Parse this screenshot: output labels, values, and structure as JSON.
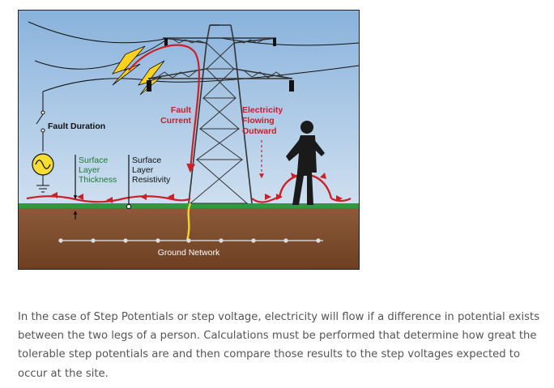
{
  "diagram": {
    "labels": {
      "fault_duration": "Fault Duration",
      "fault_current_line1": "Fault",
      "fault_current_line2": "Current",
      "electricity_line1": "Electricity",
      "electricity_line2": "Flowing",
      "electricity_line3": "Outward",
      "surface_layer_thickness_line1": "Surface",
      "surface_layer_thickness_line2": "Layer",
      "surface_layer_thickness_line3": "Thickness",
      "surface_layer_resistivity_line1": "Surface",
      "surface_layer_resistivity_line2": "Layer",
      "surface_layer_resistivity_line3": "Resistivity",
      "ground_network": "Ground Network"
    },
    "colors": {
      "sky_top": "#89b2dc",
      "sky_bottom": "#cfe0f0",
      "grass": "#2f9a3c",
      "soil_top": "#8b5a3a",
      "soil_bottom": "#6e3f22",
      "fault_red": "#cc2027",
      "lightning_yellow": "#ffd21f",
      "ground_wire_yellow": "#f5d23c",
      "tower": "#333333",
      "person": "#1a1a1a",
      "label_red": "#c41f26",
      "label_green": "#1f7a36"
    },
    "icons": [
      "ac-source-icon",
      "ground-symbol-icon",
      "lightning-icon",
      "switch-icon"
    ]
  },
  "caption": {
    "text": "In the case of Step Potentials or step voltage, electricity will flow if a difference in potential exists between the two legs of a person. Calculations must be performed that determine how great the tolerable step potentials are and then compare those results to the step voltages expected to occur at the site."
  }
}
